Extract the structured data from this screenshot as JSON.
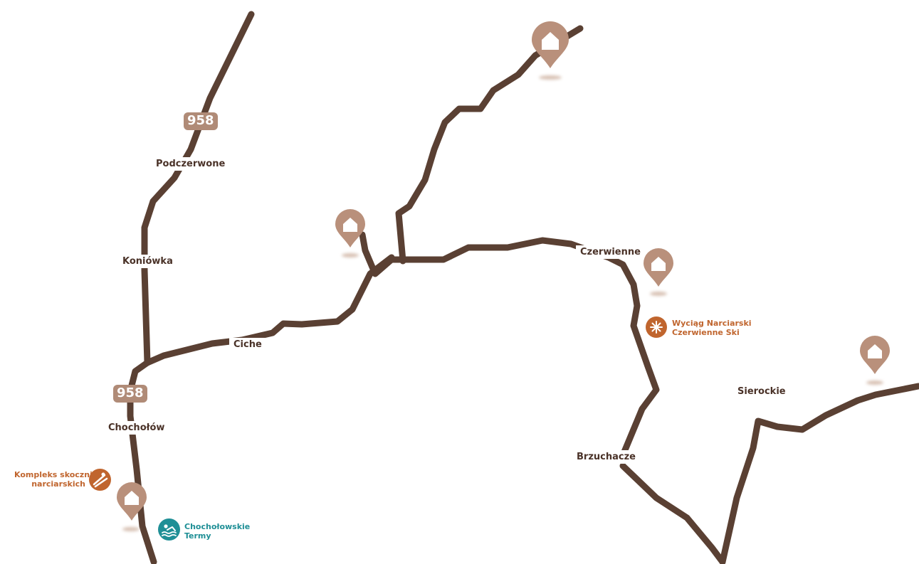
{
  "route_number": "958",
  "places": {
    "podczerwone": "Podczerwone",
    "koniowka": "Koniówka",
    "ciche": "Ciche",
    "czerwienne": "Czerwienne",
    "sierockie": "Sierockie",
    "brzuchacze": "Brzuchacze",
    "chocholow": "Chochołów"
  },
  "pois": {
    "ski_jumps": {
      "line1": "Kompleks skoczni",
      "line2": "narciarskich",
      "icon": "ski-jump-icon"
    },
    "ski_lift": {
      "line1": "Wyciąg Narciarski",
      "line2": "Czerwienne Ski",
      "icon": "ski-lift-icon"
    },
    "thermal_baths": {
      "line1": "Chochołowskie",
      "line2": "Termy",
      "icon": "swimmer-icon"
    }
  },
  "colors": {
    "road": "#5a4033",
    "pin": "#b9907b",
    "route_badge": "#b08b77",
    "place_text": "#4a3228",
    "ski_poi": "#c0652e",
    "thermal_poi": "#1f8f96"
  },
  "pin_icon": "house-icon"
}
